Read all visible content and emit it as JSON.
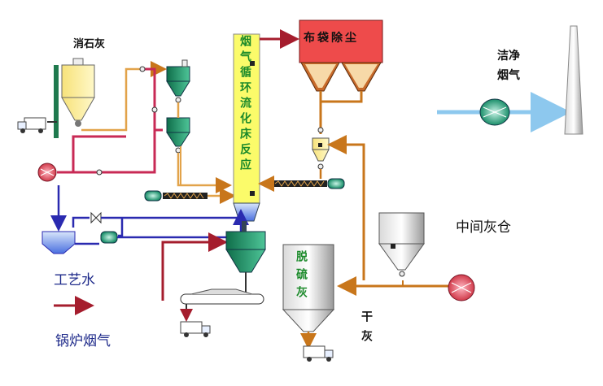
{
  "labels": {
    "slaked_lime": "消石灰",
    "baghouse": "布袋除尘",
    "clean_flue_gas_1": "洁净",
    "clean_flue_gas_2": "烟气",
    "cfb_reactor": "烟气循环流化床反应",
    "intermediate_ash_silo": "中间灰仓",
    "process_water": "工艺水",
    "boiler_flue_gas": "锅炉烟气",
    "desulfurization_ash": "脱硫灰",
    "dry_ash": "干灰"
  },
  "colors": {
    "water_line": "#2a2ab0",
    "flue_gas_line": "#a51d2d",
    "ash_line": "#c8761b",
    "lime_line": "#e2a34a",
    "baghouse_fill": "#ee4b4b",
    "reactor_fill": "#fbfb6a",
    "reactor_text": "#1b8a2a",
    "equipment_green": "#1f9a6a",
    "clean_gas_line": "#8dc8ee",
    "fan": "#e05a6a"
  }
}
